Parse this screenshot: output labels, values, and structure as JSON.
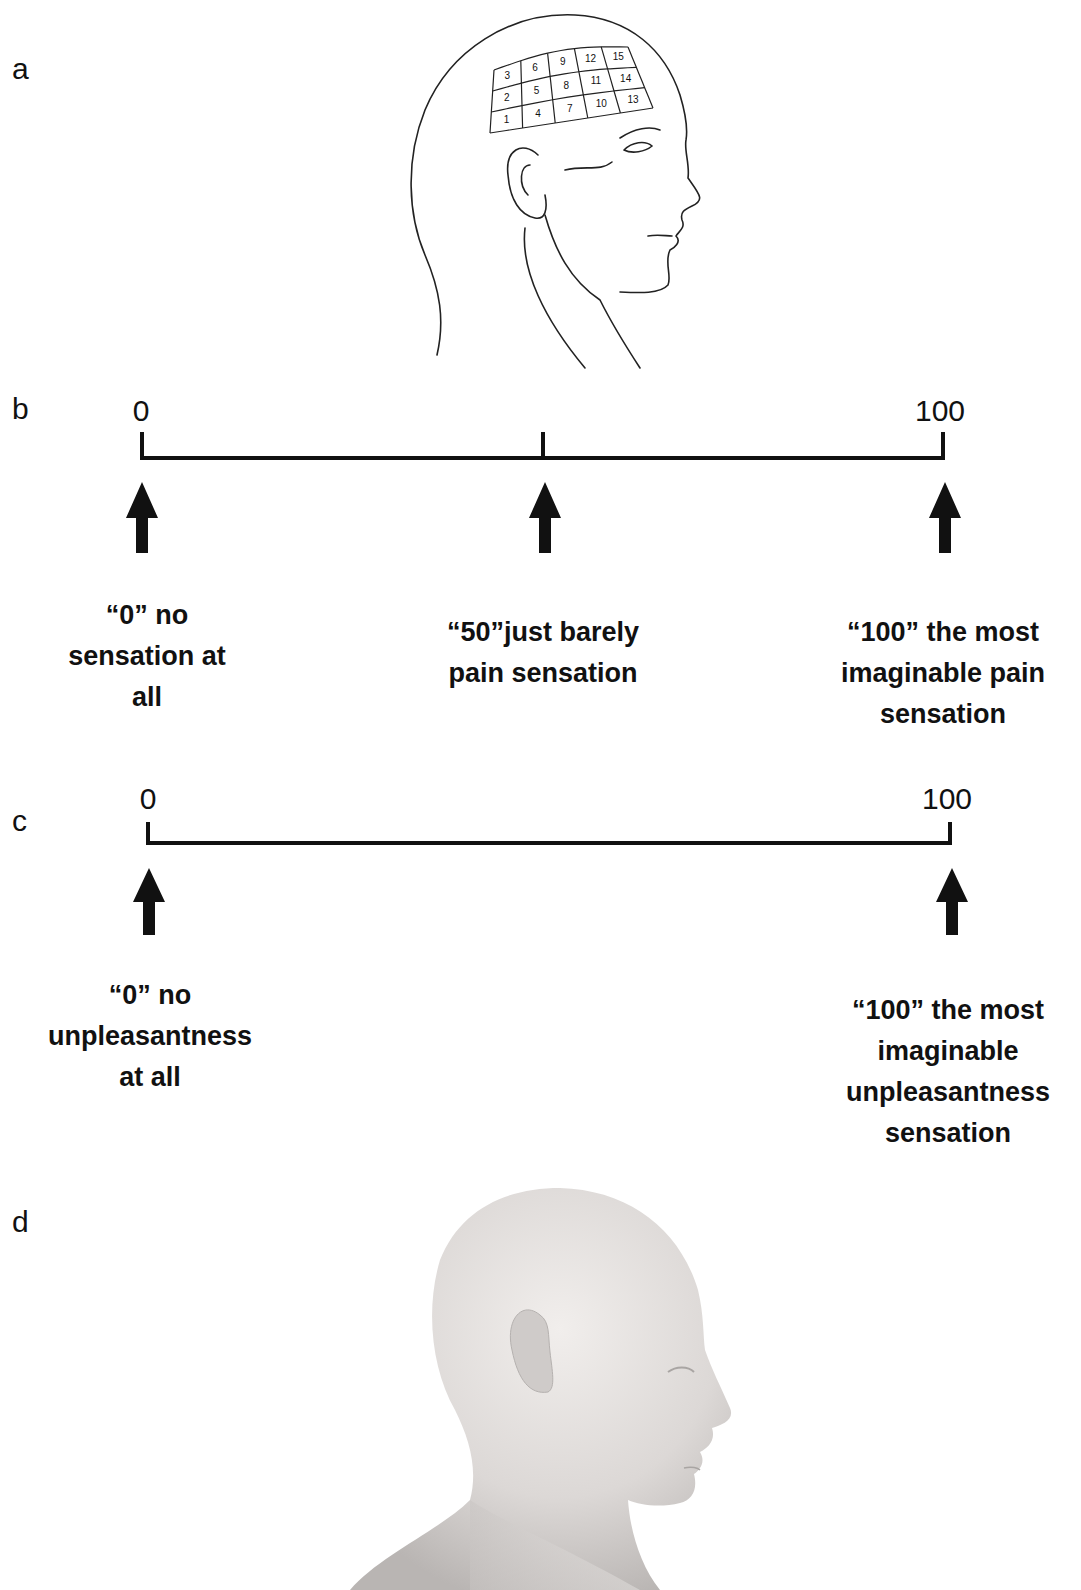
{
  "diagram": {
    "labels": [
      "a",
      "1",
      "2",
      "3",
      "4",
      "5",
      "6",
      "7",
      "8",
      "9",
      "10",
      "11",
      "12",
      "13",
      "14",
      "15",
      "b",
      "0",
      "100",
      "“0” no sensation at all",
      "“50”just barely pain sensation",
      "“100” the most imaginable pain sensation",
      "c",
      "0",
      "100",
      "“0” no unpleasantness at all",
      "“100” the most imaginable unpleasantness sensation",
      "d"
    ]
  }
}
